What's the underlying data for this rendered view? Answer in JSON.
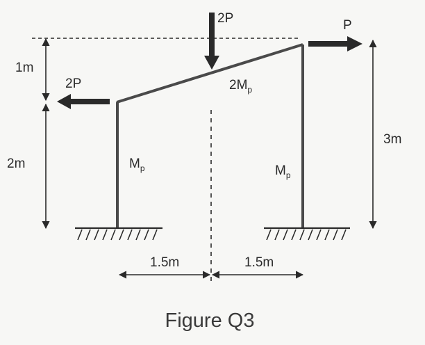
{
  "figure": {
    "caption": "Figure Q3",
    "loads": {
      "vertical_top": "2P",
      "horizontal_right": "P",
      "horizontal_left": "2P"
    },
    "members": {
      "rafter": {
        "label_main": "2M",
        "label_sub": "p"
      },
      "left_column": {
        "label_main": "M",
        "label_sub": "p"
      },
      "right_column": {
        "label_main": "M",
        "label_sub": "p"
      }
    },
    "dimensions": {
      "left_upper": "1m",
      "left_lower": "2m",
      "right_height": "3m",
      "bottom_left_span": "1.5m",
      "bottom_right_span": "1.5m"
    },
    "colors": {
      "ink": "#2a2a2a",
      "frame": "#4a4a4a",
      "background": "#f7f7f5"
    }
  }
}
